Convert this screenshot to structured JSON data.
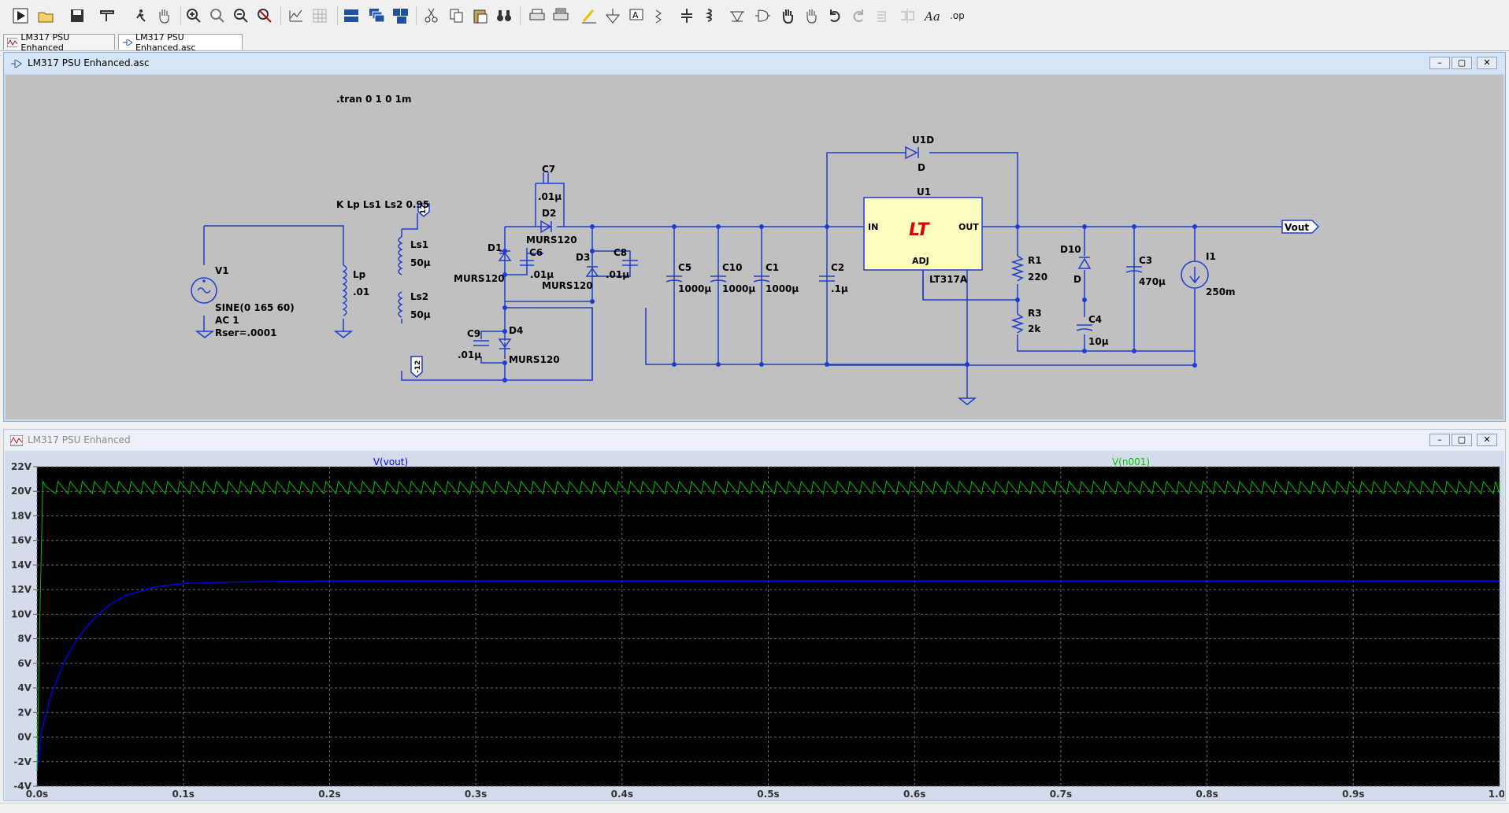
{
  "tabs": [
    {
      "label": "LM317 PSU Enhanced",
      "active": false
    },
    {
      "label": "LM317 PSU Enhanced.asc",
      "active": true
    }
  ],
  "schematic_window": {
    "title": "LM317 PSU Enhanced.asc",
    "directive_tran": ".tran 0 1 0 1m",
    "directive_k": "K Lp Ls1 Ls2 0.95",
    "V1": {
      "name": "V1",
      "value": "SINE(0 165 60)",
      "ac": "AC 1",
      "rser": "Rser=.0001"
    },
    "Lp": {
      "name": "Lp",
      "value": ".01"
    },
    "Ls1": {
      "name": "Ls1",
      "value": "50µ"
    },
    "Ls2": {
      "name": "Ls2",
      "value": "50µ"
    },
    "label_p12": "12",
    "label_m12": "-12",
    "D1": {
      "name": "D1",
      "value": "MURS120"
    },
    "D2": {
      "name": "D2",
      "value": "MURS120"
    },
    "D3": {
      "name": "D3",
      "value": "MURS120"
    },
    "D4": {
      "name": "D4",
      "value": "MURS120"
    },
    "C6": {
      "name": "C6",
      "value": ".01µ"
    },
    "C7": {
      "name": "C7",
      "value": ".01µ"
    },
    "C8": {
      "name": "C8",
      "value": ".01µ"
    },
    "C9": {
      "name": "C9",
      "value": ".01µ"
    },
    "C5": {
      "name": "C5",
      "value": "1000µ"
    },
    "C10": {
      "name": "C10",
      "value": "1000µ"
    },
    "C1": {
      "name": "C1",
      "value": "1000µ"
    },
    "C2": {
      "name": "C2",
      "value": ".1µ"
    },
    "U1D": {
      "name": "U1D",
      "value": "D"
    },
    "U1": {
      "name": "U1",
      "part": "LT317A",
      "pin_in": "IN",
      "pin_out": "OUT",
      "pin_adj": "ADJ",
      "logo": "LT"
    },
    "R1": {
      "name": "R1",
      "value": "220"
    },
    "R3": {
      "name": "R3",
      "value": "2k"
    },
    "D10": {
      "name": "D10",
      "value": "D"
    },
    "C4": {
      "name": "C4",
      "value": "10µ"
    },
    "C3": {
      "name": "C3",
      "value": "470µ"
    },
    "I1": {
      "name": "I1",
      "value": "250m"
    },
    "net_vout": "Vout"
  },
  "waveform_window": {
    "title": "LM317 PSU Enhanced",
    "trace_labels": [
      "V(vout)",
      "V(n001)"
    ],
    "trace_colors": {
      "vout": "#0000ff",
      "n001": "#00c000"
    },
    "y_ticks": [
      "22V",
      "20V",
      "18V",
      "16V",
      "14V",
      "12V",
      "10V",
      "8V",
      "6V",
      "4V",
      "2V",
      "0V",
      "-2V",
      "-4V"
    ],
    "x_ticks": [
      "0.0s",
      "0.1s",
      "0.2s",
      "0.3s",
      "0.4s",
      "0.5s",
      "0.6s",
      "0.7s",
      "0.8s",
      "0.9s",
      "1.0s"
    ]
  },
  "chart_data": {
    "type": "line",
    "xlabel": "",
    "ylabel": "",
    "xlim": [
      0,
      1
    ],
    "ylim": [
      -4,
      22
    ],
    "x_unit": "s",
    "y_unit": "V",
    "grid": true,
    "series": [
      {
        "name": "V(vout)",
        "color": "#0000ff",
        "x": [
          0,
          0.003,
          0.01,
          0.02,
          0.03,
          0.04,
          0.05,
          0.06,
          0.08,
          0.1,
          0.15,
          0.2,
          0.4,
          0.6,
          0.8,
          1.0
        ],
        "y": [
          -2.8,
          0.5,
          3.6,
          6.5,
          8.4,
          9.8,
          10.8,
          11.5,
          12.2,
          12.5,
          12.65,
          12.7,
          12.7,
          12.7,
          12.7,
          12.7
        ]
      },
      {
        "name": "V(n001)",
        "color": "#00c000",
        "x": [
          0,
          0.002,
          0.004,
          0.006
        ],
        "y": [
          -2.8,
          10,
          20.8,
          20.4
        ],
        "ripple": {
          "start": 0.006,
          "period": 0.00833,
          "max": 20.8,
          "min": 19.8
        }
      }
    ]
  }
}
